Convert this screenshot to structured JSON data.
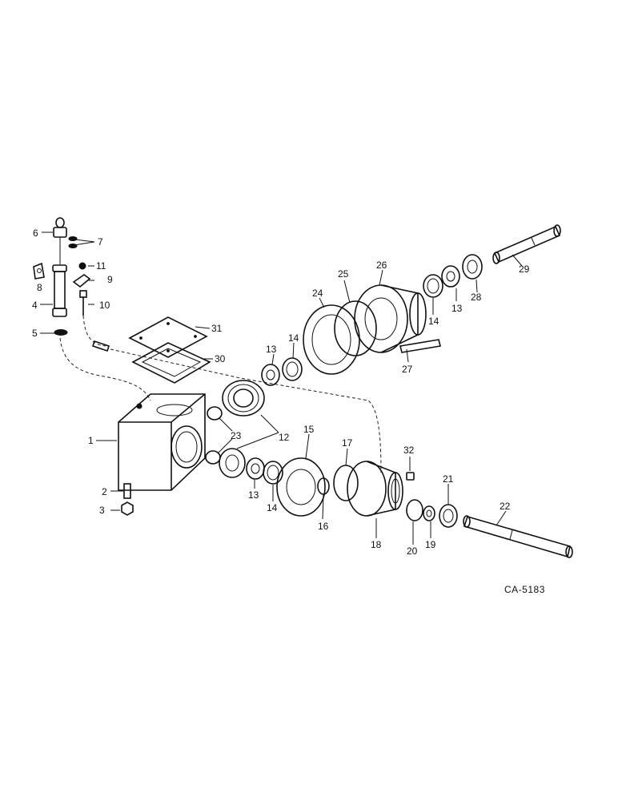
{
  "figure_code": "CA-5183",
  "callouts": {
    "c1": "1",
    "c2": "2",
    "c3": "3",
    "c4": "4",
    "c5": "5",
    "c6": "6",
    "c7": "7",
    "c8": "8",
    "c9": "9",
    "c10": "10",
    "c11": "11",
    "c12": "12",
    "c13a": "13",
    "c13b": "13",
    "c13c": "13",
    "c14a": "14",
    "c14b": "14",
    "c14c": "14",
    "c15": "15",
    "c16": "16",
    "c17": "17",
    "c18": "18",
    "c19": "19",
    "c20": "20",
    "c21": "21",
    "c22": "22",
    "c23": "23",
    "c24": "24",
    "c25": "25",
    "c26": "26",
    "c27": "27",
    "c28": "28",
    "c29": "29",
    "c30": "30",
    "c31": "31",
    "c32": "32"
  }
}
